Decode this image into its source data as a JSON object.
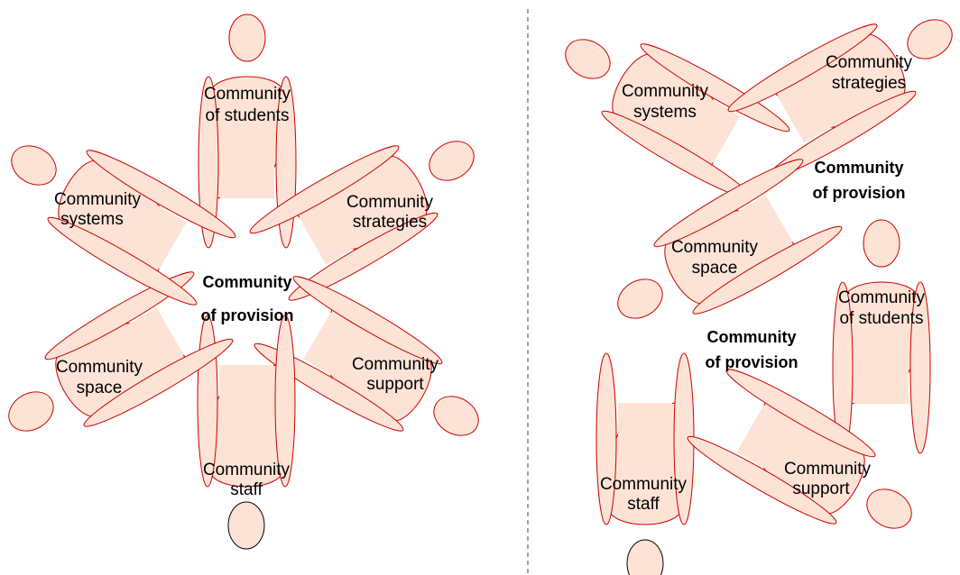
{
  "colors": {
    "body_fill": "#fce3d6",
    "outline": "#cc0000",
    "head_outline_bottom": "#000000",
    "divider": "#444444",
    "text": "#000000"
  },
  "left_panel": {
    "center_label": {
      "line1": "Community",
      "line2": "of provision"
    },
    "figures": [
      {
        "name": "students",
        "line1": "Community",
        "line2": "of students"
      },
      {
        "name": "strategies",
        "line1": "Community",
        "line2": "strategies"
      },
      {
        "name": "support",
        "line1": "Community",
        "line2": "support"
      },
      {
        "name": "staff",
        "line1": "Community",
        "line2": "staff"
      },
      {
        "name": "space",
        "line1": "Community",
        "line2": "space"
      },
      {
        "name": "systems",
        "line1": "Community",
        "line2": "systems"
      }
    ]
  },
  "right_panel": {
    "center_labels": [
      {
        "line1": "Community",
        "line2": "of provision"
      },
      {
        "line1": "Community",
        "line2": "of provision"
      }
    ],
    "figures": [
      {
        "name": "systems",
        "line1": "Community",
        "line2": "systems"
      },
      {
        "name": "strategies",
        "line1": "Community",
        "line2": "strategies"
      },
      {
        "name": "space",
        "line1": "Community",
        "line2": "space"
      },
      {
        "name": "students",
        "line1": "Community",
        "line2": "of students"
      },
      {
        "name": "staff",
        "line1": "Community",
        "line2": "staff"
      },
      {
        "name": "support",
        "line1": "Community",
        "line2": "support"
      }
    ]
  }
}
